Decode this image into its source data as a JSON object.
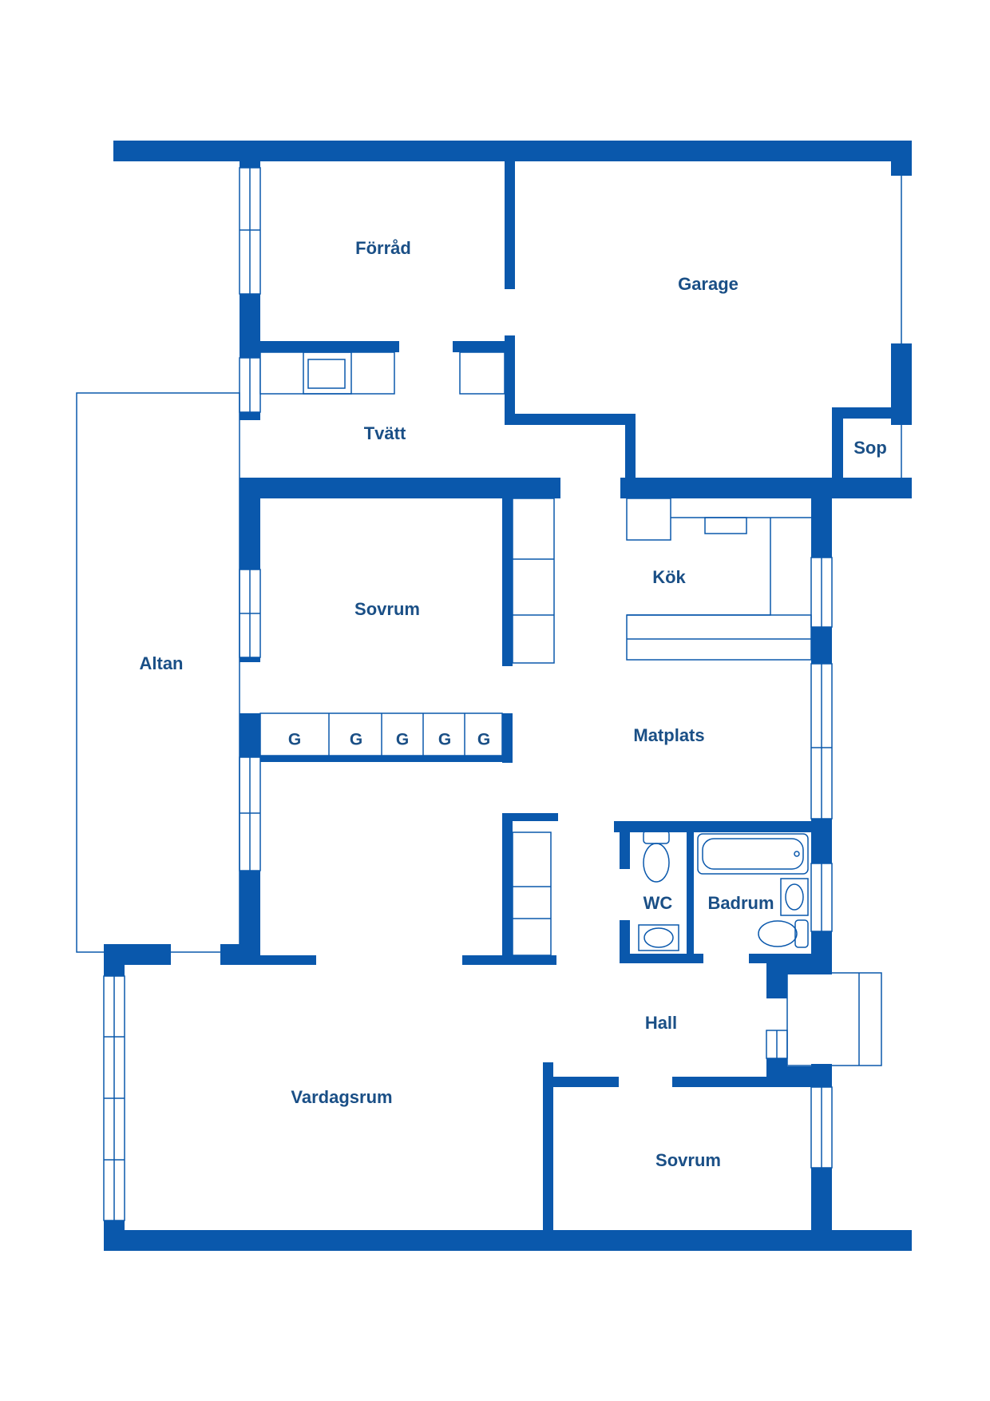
{
  "floor_plan": {
    "rooms": {
      "forrad": "Förråd",
      "garage": "Garage",
      "tvatt": "Tvätt",
      "sop": "Sop",
      "sovrum_upper": "Sovrum",
      "kok": "Kök",
      "altan": "Altan",
      "matplats": "Matplats",
      "wc": "WC",
      "badrum": "Badrum",
      "hall": "Hall",
      "vardagsrum": "Vardagsrum",
      "sovrum_lower": "Sovrum"
    },
    "wardrobe_labels": [
      "G",
      "G",
      "G",
      "G",
      "G"
    ],
    "wall_color": "#0a58ac",
    "text_color": "#1a4f86"
  }
}
